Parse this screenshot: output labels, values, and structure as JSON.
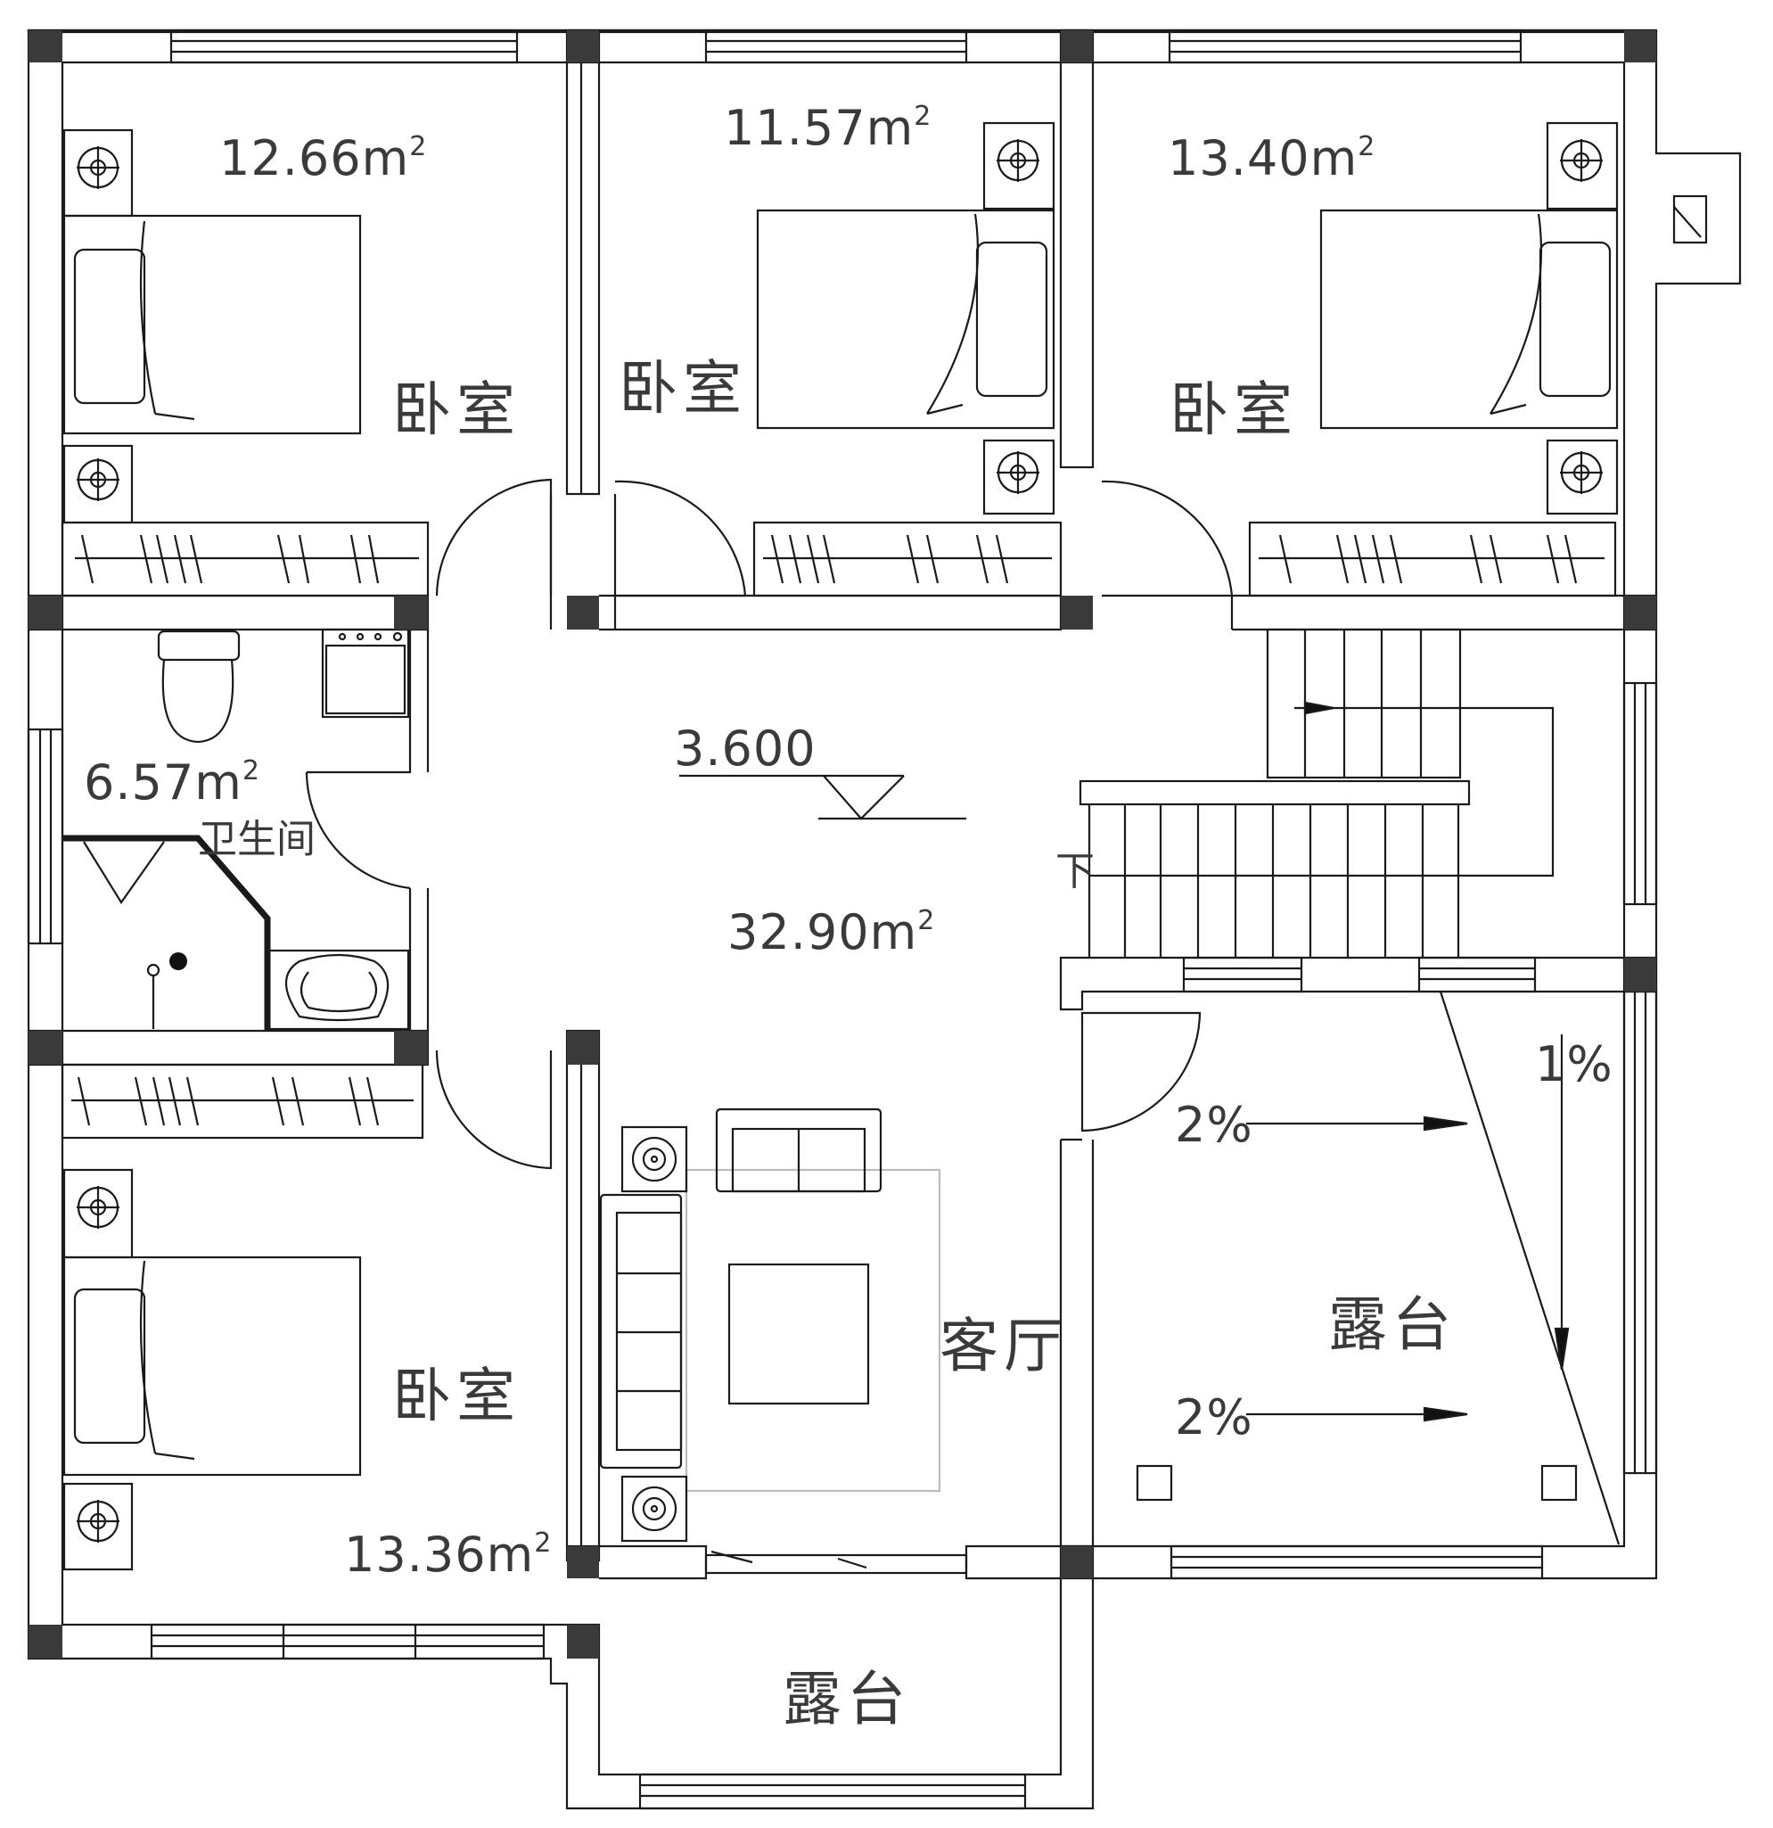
{
  "rooms": {
    "bedroom_nw": {
      "label": "卧室",
      "area": "12.66m",
      "sup": "2"
    },
    "bedroom_n": {
      "label": "卧室",
      "area": "11.57m",
      "sup": "2"
    },
    "bedroom_ne": {
      "label": "卧室",
      "area": "13.40m",
      "sup": "2"
    },
    "bathroom": {
      "label": "卫生间",
      "area": "6.57m",
      "sup": "2"
    },
    "hall": {
      "area": "32.90m",
      "sup": "2"
    },
    "bedroom_sw": {
      "label": "卧室",
      "area": "13.36m",
      "sup": "2"
    },
    "living": {
      "label": "客厅"
    },
    "terrace_e": {
      "label": "露台"
    },
    "terrace_s": {
      "label": "露台"
    }
  },
  "elevation": "3.600",
  "stair_down": "下",
  "slopes": {
    "upper": "2%",
    "lower": "2%",
    "side": "1%"
  },
  "colors": {
    "line": "#1a1a1a",
    "column": "#3a3a3a",
    "text": "#3a3a3a"
  }
}
